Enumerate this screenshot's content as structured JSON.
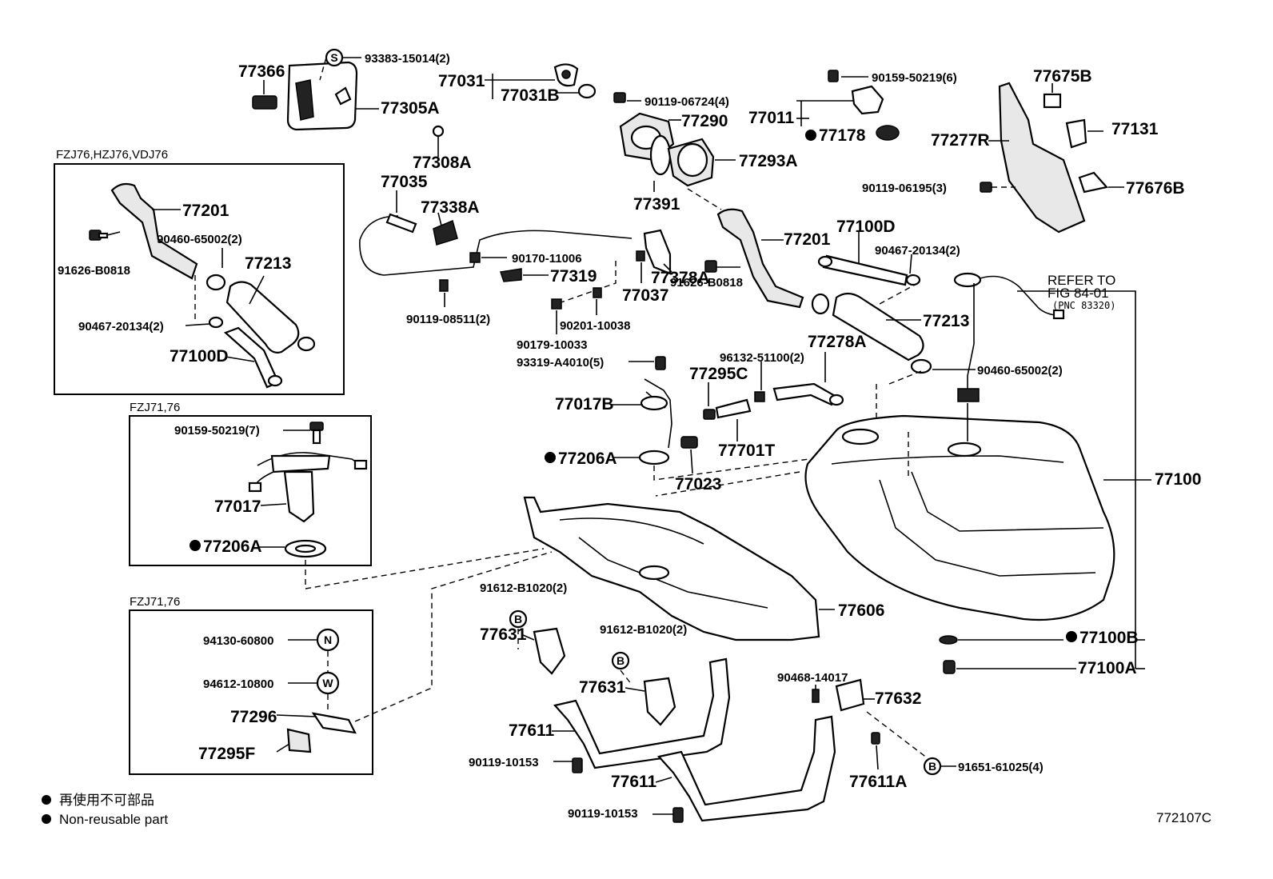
{
  "labels": {
    "p77366": "77366",
    "p93383": "93383-15014(2)",
    "p77305A": "77305A",
    "p77308A": "77308A",
    "p77031": "77031",
    "p77031B": "77031B",
    "p90119_06724": "90119-06724(4)",
    "p77290": "77290",
    "p77293A": "77293A",
    "p77391": "77391",
    "p90159_50219_6": "90159-50219(6)",
    "p77011": "77011",
    "p77178": "77178",
    "p77675B": "77675B",
    "p77131": "77131",
    "p77277R": "77277R",
    "p90119_06195": "90119-06195(3)",
    "p77676B": "77676B",
    "p77035": "77035",
    "p77338A": "77338A",
    "p90170_11006": "90170-11006",
    "p77319": "77319",
    "p90119_08511": "90119-08511(2)",
    "p77378A": "77378A",
    "p77037": "77037",
    "p90201_10038": "90201-10038",
    "p90179_10033": "90179-10033",
    "p93319_A4010": "93319-A4010(5)",
    "p77201_main": "77201",
    "p91626_B0818_main": "91626-B0818",
    "p77100D_main": "77100D",
    "p90467_20134_main": "90467-20134(2)",
    "p77213_main": "77213",
    "p77278A": "77278A",
    "p96132_51100": "96132-51100(2)",
    "p77295C": "77295C",
    "p90460_65002_main": "90460-65002(2)",
    "p77017B": "77017B",
    "p77701T": "77701T",
    "p77206A_main": "77206A",
    "p77023": "77023",
    "p77100": "77100",
    "p77606": "77606",
    "p91612_B1020_a": "91612-B1020(2)",
    "p77631_a": "77631",
    "p91612_B1020_b": "91612-B1020(2)",
    "p77631_b": "77631",
    "p90468_14017": "90468-14017",
    "p77632": "77632",
    "p77100B": "77100B",
    "p77100A": "77100A",
    "p77611_a": "77611",
    "p90119_10153_a": "90119-10153",
    "p77611_b": "77611",
    "p90119_10153_b": "90119-10153",
    "p77611A": "77611A",
    "p91651_61025": "91651-61025(4)",
    "code": "772107C"
  },
  "refer": {
    "line1": "REFER TO",
    "line2": "FIG 84-01",
    "line3": "(PNC 83320)"
  },
  "inset1": {
    "header": "FZJ76,HZJ76,VDJ76",
    "p77201": "77201",
    "p91626": "91626-B0818",
    "p90460": "90460-65002(2)",
    "p77213": "77213",
    "p90467": "90467-20134(2)",
    "p77100D": "77100D"
  },
  "inset2": {
    "header": "FZJ71,76",
    "p90159": "90159-50219(7)",
    "p77017": "77017",
    "p77206A": "77206A"
  },
  "inset3": {
    "header": "FZJ71,76",
    "p94130": "94130-60800",
    "p94612": "94612-10800",
    "p77296": "77296",
    "p77295F": "77295F"
  },
  "symbols": {
    "S": "S",
    "B": "B",
    "N": "N",
    "W": "W"
  },
  "legend": {
    "line1": "再使用不可部品",
    "line2": "Non-reusable part"
  }
}
